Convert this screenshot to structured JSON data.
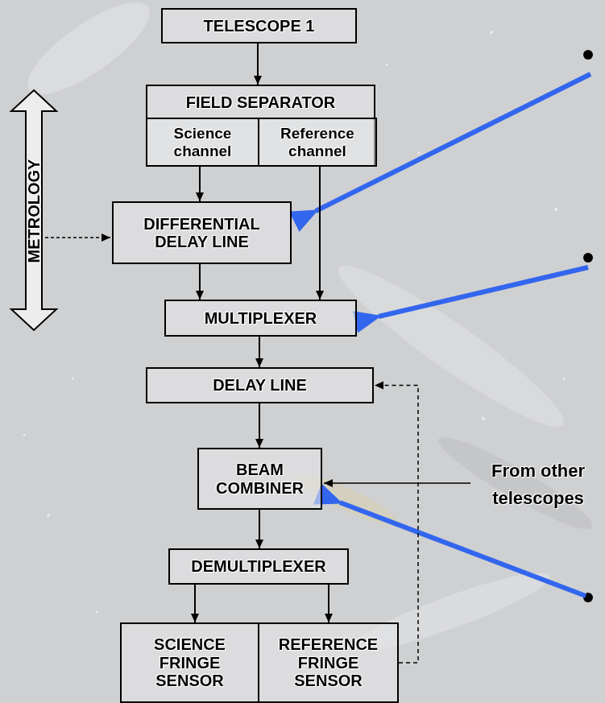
{
  "diagram": {
    "nodes": [
      {
        "text": [
          "TELESCOPE 1"
        ]
      },
      {
        "text": [
          "FIELD SEPARATOR"
        ]
      },
      {
        "text": [
          "Science channel"
        ],
        "in": 1
      },
      {
        "text": [
          "Reference channel"
        ],
        "in": 1
      },
      {
        "text": [
          "DIFFERENTIAL DELAY LINE"
        ]
      },
      {
        "text": [
          "MULTIPLEXER"
        ]
      },
      {
        "text": [
          "DELAY LINE"
        ]
      },
      {
        "text": [
          "BEAM COMBINER"
        ]
      },
      {
        "text": [
          "DEMULTIPLEXER"
        ]
      },
      {
        "text": [
          "SCIENCE FRINGE SENSOR"
        ]
      },
      {
        "text": [
          "REFERENCE FRINGE SENSOR"
        ]
      }
    ],
    "edges": [
      {
        "from": 0,
        "to": 1,
        "arrow": "to"
      },
      {
        "from": 2,
        "to": 4,
        "arrow": "to"
      },
      {
        "from": 3,
        "to": 5,
        "arrow": "to"
      },
      {
        "from": 4,
        "to": 5,
        "arrow": "to"
      },
      {
        "from": 5,
        "to": 6,
        "arrow": "to"
      },
      {
        "from": 6,
        "to": 7,
        "arrow": "to"
      },
      {
        "from": 7,
        "to": 8,
        "arrow": "to"
      },
      {
        "from": 8,
        "to": 9,
        "arrow": "to"
      },
      {
        "from": 8,
        "to": 10,
        "arrow": "to"
      },
      {
        "from": 10,
        "to": 6,
        "arrow": "to"
      }
    ],
    "labels": [
      "METROLOGY",
      "From other telescopes"
    ]
  }
}
